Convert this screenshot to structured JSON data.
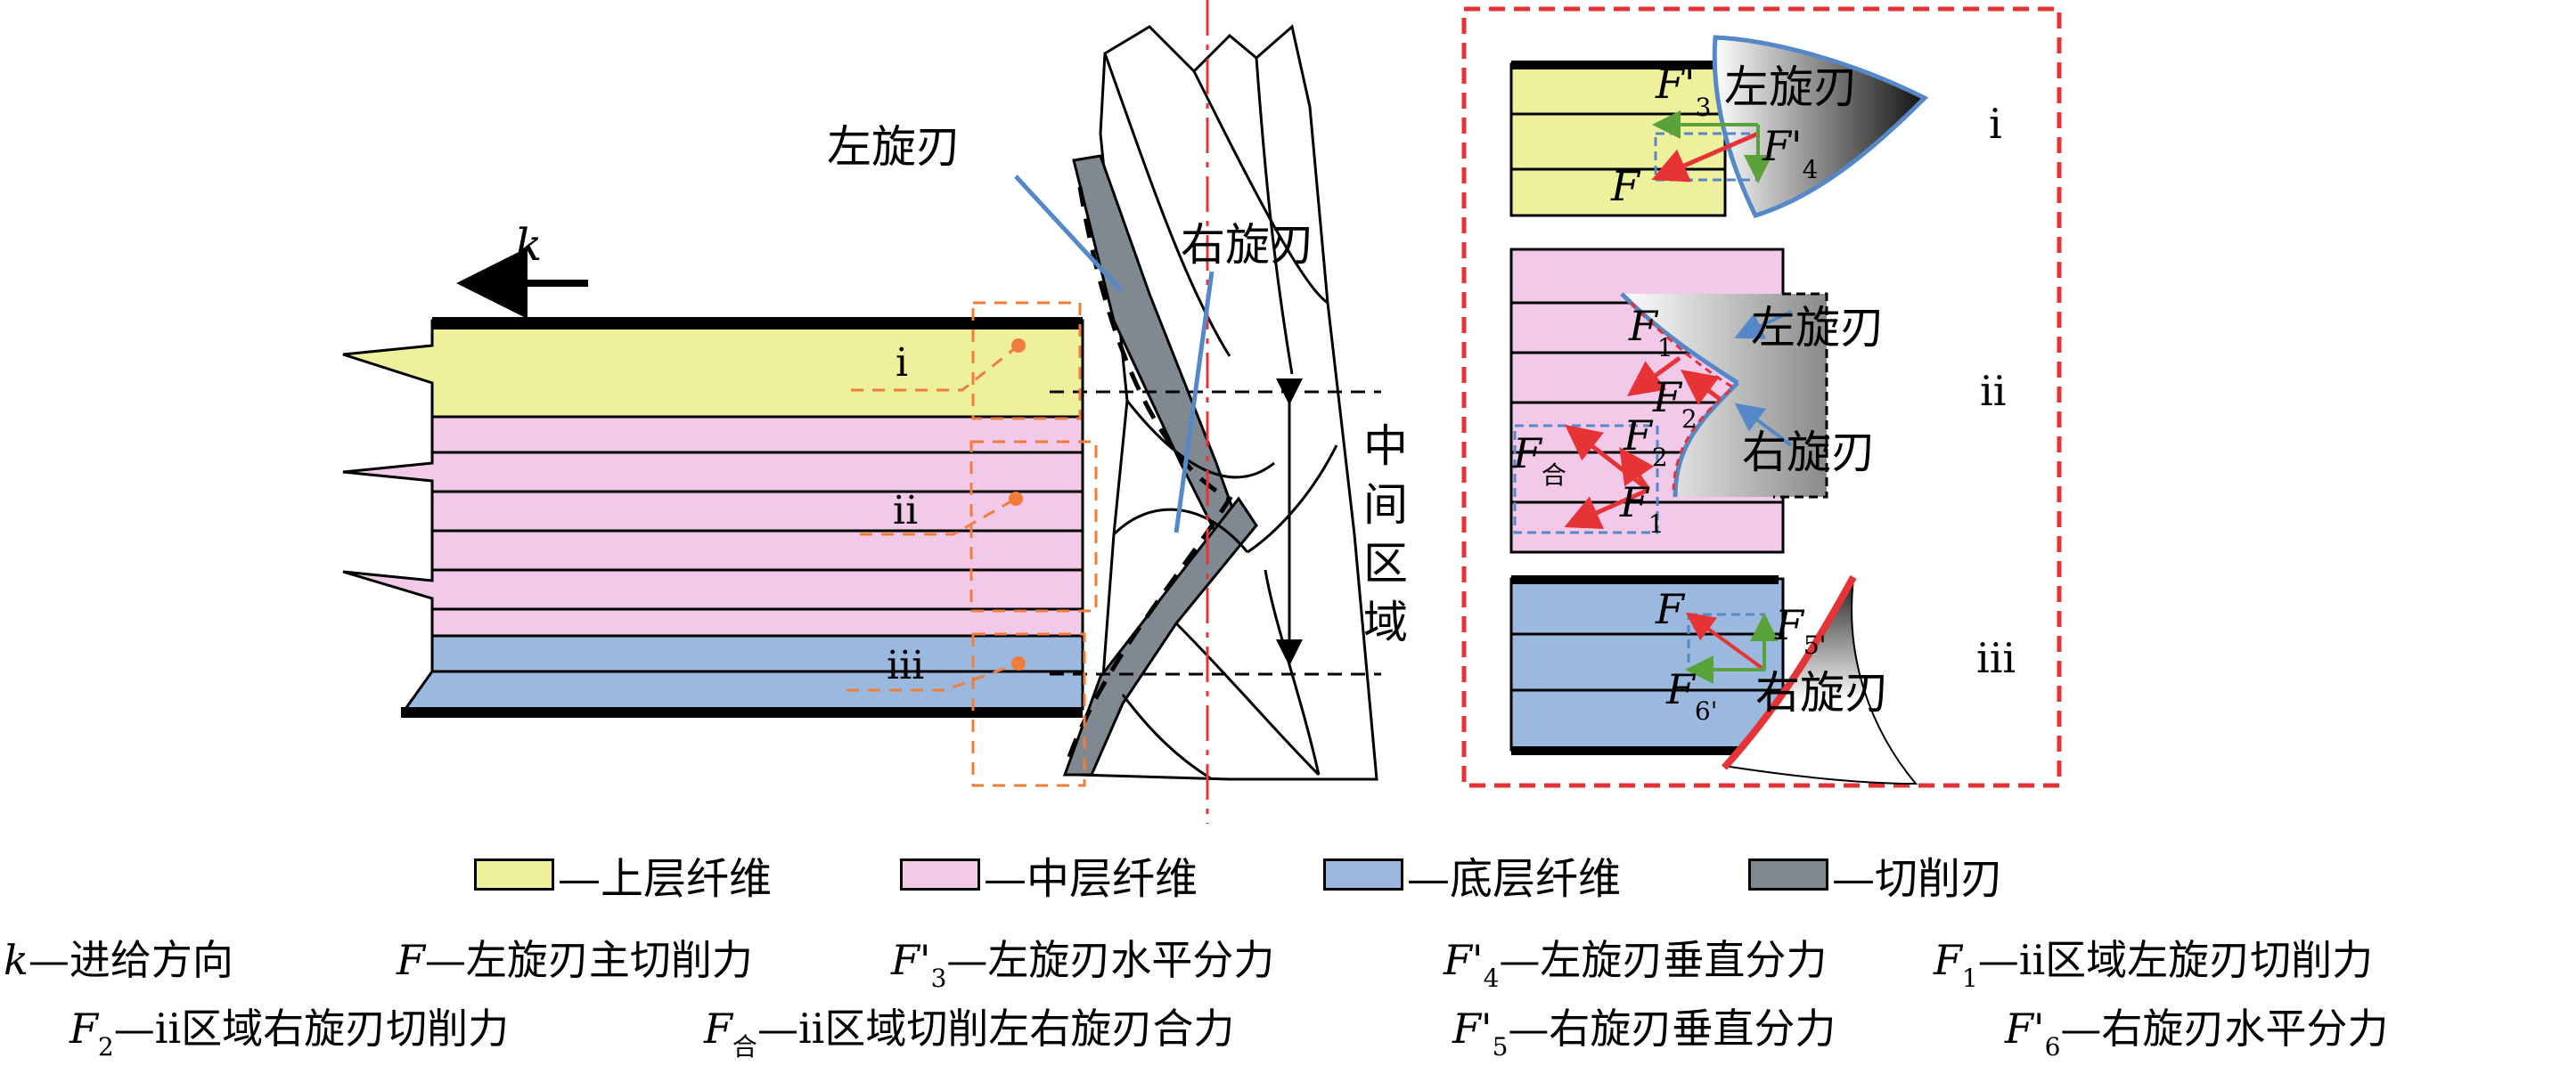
{
  "colors": {
    "top_fiber": "#EEF09B",
    "middle_fiber": "#F2C9E8",
    "bottom_fiber": "#9BB9DE",
    "cutting_edge": "#808891",
    "region_box": "#F07E3A",
    "inset_border": "#E53336",
    "force_red": "#E53336",
    "force_green": "#5AA33A",
    "edge_blue": "#5588C8"
  },
  "diagram": {
    "feed_label": "k",
    "region_labels": [
      "i",
      "ii",
      "iii"
    ],
    "left_edge_label": "左旋刃",
    "right_edge_label": "右旋刃",
    "middle_region_label": "中间区域"
  },
  "insets": {
    "i": {
      "roman": "i",
      "edge_label": "左旋刃",
      "forces": [
        {
          "base": "F'",
          "sub": "3"
        },
        {
          "base": "F'",
          "sub": "4"
        },
        {
          "base": "F",
          "sub": ""
        }
      ]
    },
    "ii": {
      "roman": "ii",
      "left_edge_label": "左旋刃",
      "right_edge_label": "右旋刃",
      "forces": [
        {
          "base": "F",
          "sub": "1"
        },
        {
          "base": "F",
          "sub": "2"
        },
        {
          "base": "F",
          "sub": "2"
        },
        {
          "base": "F",
          "sub": "合"
        },
        {
          "base": "F",
          "sub": "1"
        }
      ]
    },
    "iii": {
      "roman": "iii",
      "edge_label": "右旋刃",
      "forces": [
        {
          "base": "F",
          "sub": ""
        },
        {
          "base": "F",
          "sub": "5'"
        },
        {
          "base": "F",
          "sub": "6'"
        }
      ]
    }
  },
  "legend": [
    {
      "label": "—上层纤维",
      "swatch": "top_fiber"
    },
    {
      "label": "—中层纤维",
      "swatch": "middle_fiber"
    },
    {
      "label": "—底层纤维",
      "swatch": "bottom_fiber"
    },
    {
      "label": "—切削刃",
      "swatch": "cutting_edge"
    }
  ],
  "captions": {
    "row1": [
      {
        "sym": "k",
        "sub": "",
        "text": "—进给方向"
      },
      {
        "sym": "F",
        "sub": "",
        "text": "—左旋刃主切削力"
      },
      {
        "sym": "F'",
        "sub": "3",
        "text": "—左旋刃水平分力"
      },
      {
        "sym": "F'",
        "sub": "4",
        "text": "—左旋刃垂直分力"
      },
      {
        "sym": "F",
        "sub": "1",
        "text": "—ii区域左旋刃切削力"
      }
    ],
    "row2": [
      {
        "sym": "F",
        "sub": "2",
        "text": "—ii区域右旋刃切削力"
      },
      {
        "sym": "F",
        "sub": "合",
        "text": "—ii区域切削左右旋刃合力"
      },
      {
        "sym": "F'",
        "sub": "5",
        "text": "—右旋刃垂直分力"
      },
      {
        "sym": "F'",
        "sub": "6",
        "text": "—右旋刃水平分力"
      }
    ]
  }
}
